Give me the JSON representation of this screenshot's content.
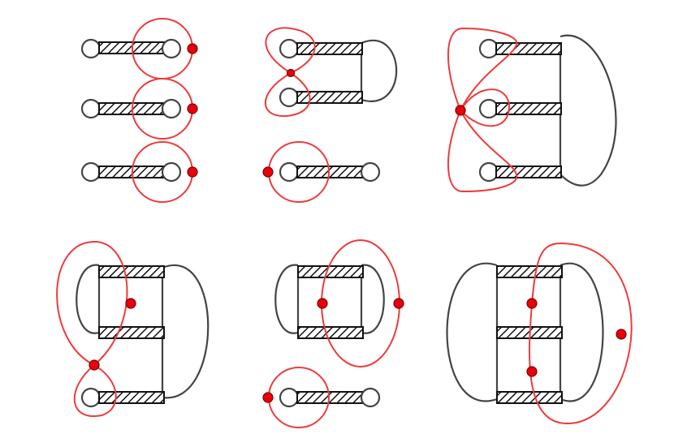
{
  "diagram": {
    "background": "#ffffff",
    "colors": {
      "wire": "#444444",
      "red_curve": "#ee3b3b",
      "point": "#e8000b",
      "hatch": "#111111"
    },
    "panels": [
      {
        "id": "top-left",
        "components": [
          "single-bar",
          "single-bar",
          "single-bar"
        ],
        "red_loops": 3,
        "red_points": 3
      },
      {
        "id": "top-middle",
        "components": [
          "two-bar-loop",
          "single-bar"
        ],
        "red_loops": 3,
        "red_points": 2
      },
      {
        "id": "top-right",
        "components": [
          "three-bar-loop"
        ],
        "red_loops": 3,
        "red_points": 1
      },
      {
        "id": "bottom-left",
        "components": [
          "three-bar-double-loop"
        ],
        "red_loops": 2,
        "red_points": 2
      },
      {
        "id": "bottom-middle",
        "components": [
          "two-bar-double-loop",
          "single-bar"
        ],
        "red_loops": 2,
        "red_points": 3
      },
      {
        "id": "bottom-right",
        "components": [
          "three-bar-double-loop"
        ],
        "red_loops": 1,
        "red_points": 3
      }
    ]
  }
}
